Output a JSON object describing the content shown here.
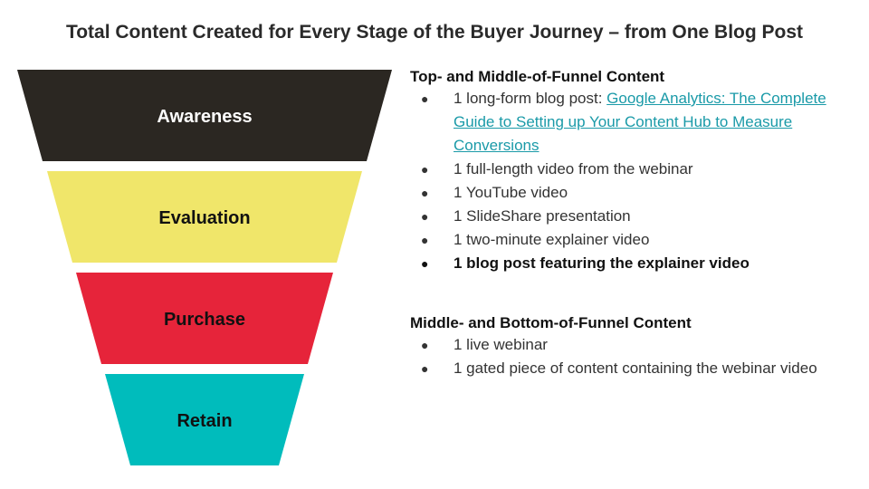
{
  "title": "Total Content Created for Every Stage of the Buyer Journey – from One Blog Post",
  "funnel": {
    "stages": [
      {
        "label": "Awareness",
        "fill": "#2b2722",
        "text_color": "#ffffff"
      },
      {
        "label": "Evaluation",
        "fill": "#f0e66a",
        "text_color": "#111111"
      },
      {
        "label": "Purchase",
        "fill": "#e6243a",
        "text_color": "#111111"
      },
      {
        "label": "Retain",
        "fill": "#00bcbc",
        "text_color": "#111111"
      }
    ]
  },
  "top_section": {
    "heading": "Top- and Middle-of-Funnel Content",
    "items": [
      {
        "prefix": "1 long-form blog post: ",
        "link": "Google Analytics: The Complete Guide to Setting up Your Content Hub to Measure Conversions",
        "text": ""
      },
      {
        "text": "1 full-length video from the webinar"
      },
      {
        "text": "1 YouTube video"
      },
      {
        "text": "1 SlideShare presentation"
      },
      {
        "text": "1 two-minute explainer video"
      },
      {
        "text": "1 blog post featuring the explainer video",
        "bold": true
      }
    ]
  },
  "bottom_section": {
    "heading": "Middle- and Bottom-of-Funnel Content",
    "items": [
      {
        "text": "1 live webinar"
      },
      {
        "text": "1 gated piece of content containing the webinar video"
      }
    ]
  },
  "bullet_glyph": "●",
  "link_color": "#1a9aa8"
}
